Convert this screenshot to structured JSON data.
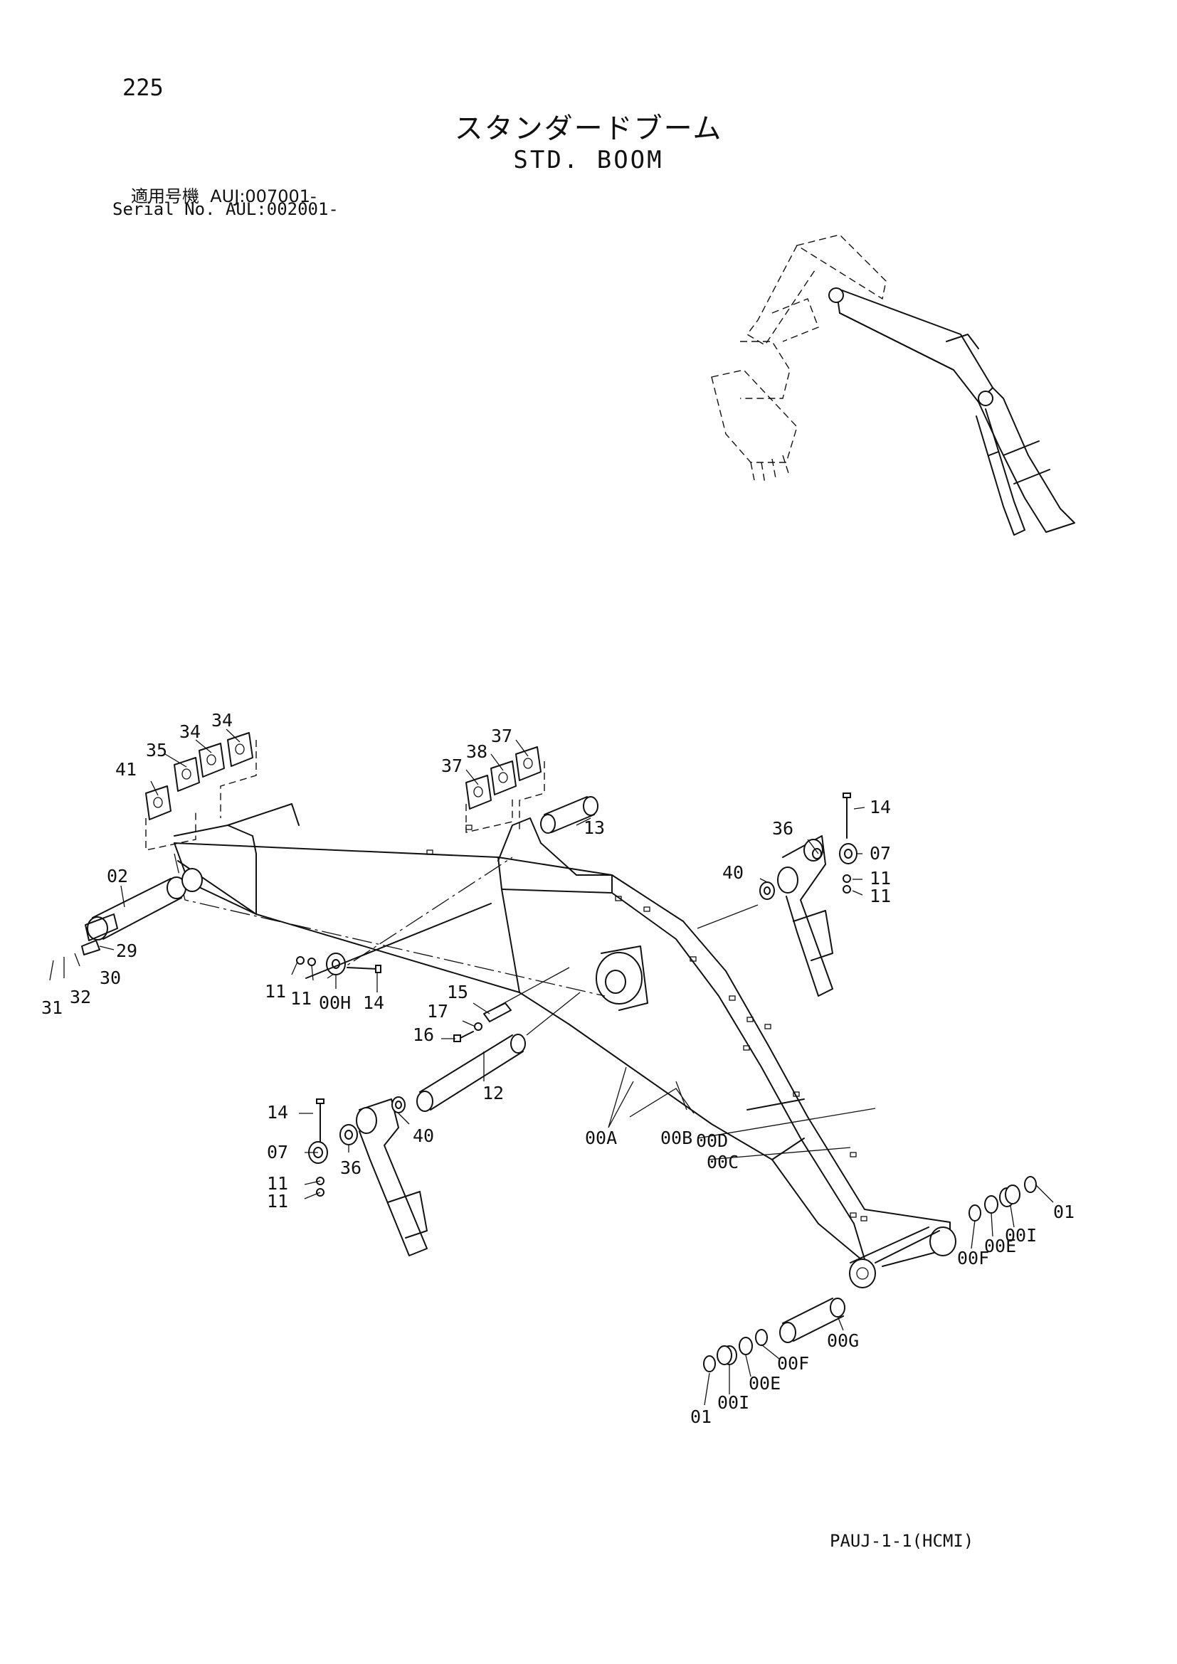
{
  "page_number": "225",
  "title_ja": "スタンダードブーム",
  "title_en": "STD. BOOM",
  "serial": {
    "line1": "適用号機  AUJ:007001-",
    "line2": "Serial No. AUL:002001-"
  },
  "footer_code": "PAUJ-1-1(HCMI)",
  "callouts": {
    "c41": "41",
    "c35": "35",
    "c34a": "34",
    "c34b": "34",
    "c37a": "37",
    "c38": "38",
    "c37b": "37",
    "c02": "02",
    "c29": "29",
    "c30": "30",
    "c31": "31",
    "c32": "32",
    "c13": "13",
    "c14a": "14",
    "c36a": "36",
    "c07a": "07",
    "c40a": "40",
    "c11a": "11",
    "c11b": "11",
    "c11c": "11",
    "c11d": "11",
    "c00H": "00H",
    "c14b": "14",
    "c15": "15",
    "c17": "17",
    "c16": "16",
    "c12": "12",
    "c14c": "14",
    "c07b": "07",
    "c11e": "11",
    "c11f": "11",
    "c36b": "36",
    "c40b": "40",
    "c00A": "00A",
    "c00B": "00B",
    "c00D": "00D",
    "c00C": "00C",
    "c01a": "01",
    "c00Ia": "00I",
    "c00Ea": "00E",
    "c00Fa": "00F",
    "c00G": "00G",
    "c00Fb": "00F",
    "c00Eb": "00E",
    "c00Ib": "00I",
    "c01b": "01"
  }
}
